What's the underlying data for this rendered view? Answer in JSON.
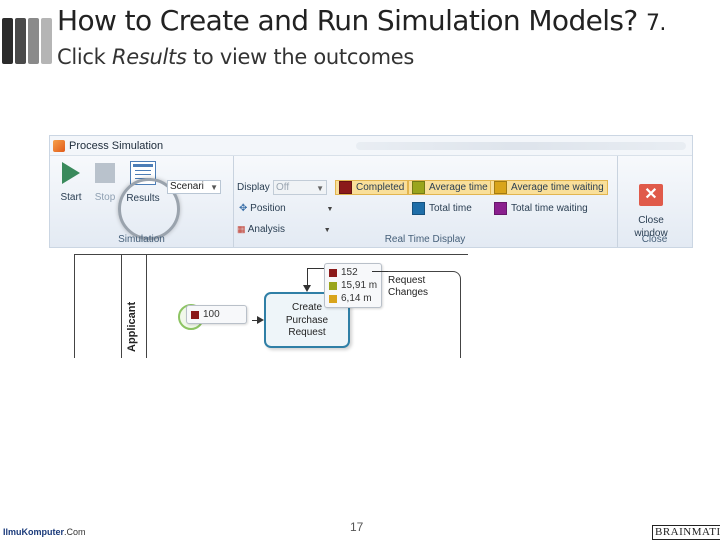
{
  "slide": {
    "title": "How to Create and Run Simulation Models?",
    "title_number": "7.",
    "subtitle_pre": "Click",
    "subtitle_em": "Results",
    "subtitle_post": "to view the outcomes",
    "page_number": "17"
  },
  "ribbon": {
    "window_title": "Process Simulation",
    "groups": {
      "simulation": {
        "label": "Simulation",
        "start_label": "Start",
        "stop_label": "Stop",
        "results_label": "Results",
        "scenario_value": "Scenari"
      },
      "real_time_display": {
        "label": "Real Time Display",
        "display_label": "Display",
        "display_value": "Off",
        "position_label": "Position",
        "analysis_label": "Analysis",
        "options": [
          {
            "label": "Completed",
            "color": "#8b1a1a",
            "checked": true
          },
          {
            "label": "Average time",
            "color": "#9aa51c",
            "checked": true
          },
          {
            "label": "Average time waiting",
            "color": "#d9a41b",
            "checked": true
          },
          {
            "label": "Total time",
            "color": "#1f6ea8",
            "checked": false
          },
          {
            "label": "Total time waiting",
            "color": "#8a1f8e",
            "checked": false
          }
        ]
      },
      "close": {
        "label": "Close",
        "close_window_line1": "Close",
        "close_window_line2": "window"
      }
    }
  },
  "diagram": {
    "lane_label": "Applicant",
    "start_badge": {
      "value": "100",
      "color": "#8b1a1a"
    },
    "task_badge": [
      {
        "value": "152",
        "color": "#8b1a1a"
      },
      {
        "value": "15,91 m",
        "color": "#9aa51c"
      },
      {
        "value": "6,14 m",
        "color": "#d9a41b"
      }
    ],
    "task_label": [
      "Create",
      "Purchase",
      "Request"
    ],
    "flow_label": [
      "Request",
      "Changes"
    ]
  },
  "footer": {
    "left_logo_a": "IlmuKomputer",
    "left_logo_b": ".Com",
    "right_logo": "BRAINMATICS"
  }
}
